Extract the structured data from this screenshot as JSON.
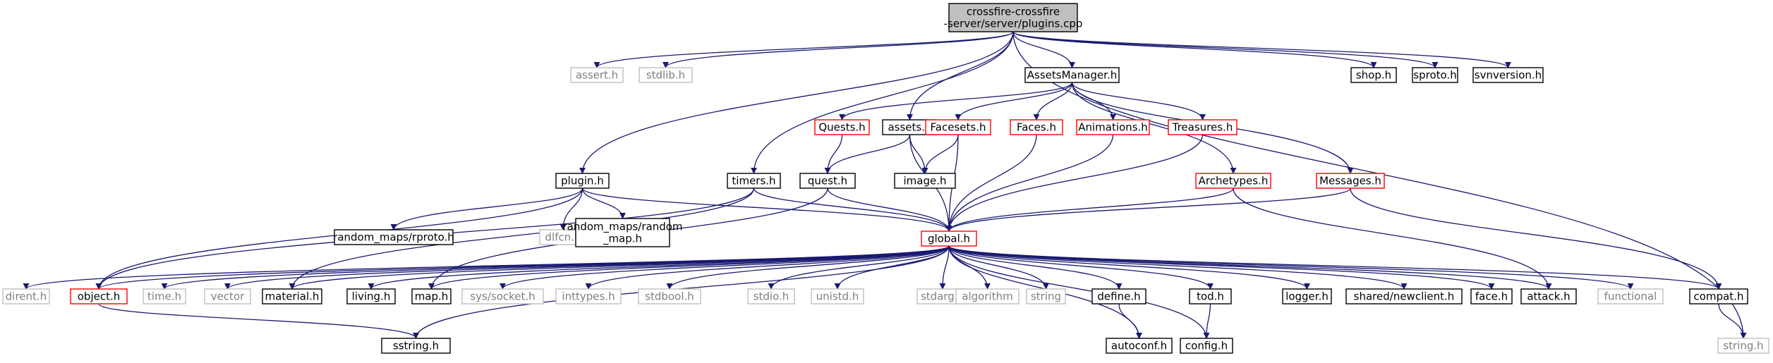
{
  "diagram": {
    "nodes": {
      "root": {
        "lines": [
          "crossfire-crossfire",
          "-server/server/plugins.cpp"
        ],
        "style": "root"
      },
      "assert": {
        "lines": [
          "assert.h"
        ],
        "style": "grey"
      },
      "stdlib": {
        "lines": [
          "stdlib.h"
        ],
        "style": "grey"
      },
      "assetsmgr": {
        "lines": [
          "AssetsManager.h"
        ],
        "style": "black"
      },
      "shop": {
        "lines": [
          "shop.h"
        ],
        "style": "black"
      },
      "sproto": {
        "lines": [
          "sproto.h"
        ],
        "style": "black"
      },
      "svnversion": {
        "lines": [
          "svnversion.h"
        ],
        "style": "black"
      },
      "quests": {
        "lines": [
          "Quests.h"
        ],
        "style": "red"
      },
      "assets": {
        "lines": [
          "assets.h"
        ],
        "style": "black"
      },
      "facesets": {
        "lines": [
          "Facesets.h"
        ],
        "style": "red"
      },
      "faces": {
        "lines": [
          "Faces.h"
        ],
        "style": "red"
      },
      "animations": {
        "lines": [
          "Animations.h"
        ],
        "style": "red"
      },
      "treasures": {
        "lines": [
          "Treasures.h"
        ],
        "style": "red"
      },
      "plugin": {
        "lines": [
          "plugin.h"
        ],
        "style": "black"
      },
      "timers": {
        "lines": [
          "timers.h"
        ],
        "style": "black"
      },
      "quest": {
        "lines": [
          "quest.h"
        ],
        "style": "black"
      },
      "image": {
        "lines": [
          "image.h"
        ],
        "style": "black"
      },
      "archetypes": {
        "lines": [
          "Archetypes.h"
        ],
        "style": "red"
      },
      "messages": {
        "lines": [
          "Messages.h"
        ],
        "style": "red"
      },
      "rproto": {
        "lines": [
          "random_maps/rproto.h"
        ],
        "style": "black"
      },
      "dlfcn": {
        "lines": [
          "dlfcn.h"
        ],
        "style": "grey"
      },
      "randommap": {
        "lines": [
          "random_maps/random",
          "_map.h"
        ],
        "style": "black"
      },
      "global": {
        "lines": [
          "global.h"
        ],
        "style": "red"
      },
      "dirent": {
        "lines": [
          "dirent.h"
        ],
        "style": "grey"
      },
      "object": {
        "lines": [
          "object.h"
        ],
        "style": "red"
      },
      "time": {
        "lines": [
          "time.h"
        ],
        "style": "grey"
      },
      "vector": {
        "lines": [
          "vector"
        ],
        "style": "grey"
      },
      "material": {
        "lines": [
          "material.h"
        ],
        "style": "black"
      },
      "living": {
        "lines": [
          "living.h"
        ],
        "style": "black"
      },
      "map": {
        "lines": [
          "map.h"
        ],
        "style": "black"
      },
      "syssocket": {
        "lines": [
          "sys/socket.h"
        ],
        "style": "grey"
      },
      "inttypes": {
        "lines": [
          "inttypes.h"
        ],
        "style": "grey"
      },
      "stdbool": {
        "lines": [
          "stdbool.h"
        ],
        "style": "grey"
      },
      "stdio": {
        "lines": [
          "stdio.h"
        ],
        "style": "grey"
      },
      "unistd": {
        "lines": [
          "unistd.h"
        ],
        "style": "grey"
      },
      "stdarg": {
        "lines": [
          "stdarg.h"
        ],
        "style": "grey"
      },
      "algorithm": {
        "lines": [
          "algorithm"
        ],
        "style": "grey"
      },
      "string": {
        "lines": [
          "string"
        ],
        "style": "grey"
      },
      "define": {
        "lines": [
          "define.h"
        ],
        "style": "black"
      },
      "tod": {
        "lines": [
          "tod.h"
        ],
        "style": "black"
      },
      "logger": {
        "lines": [
          "logger.h"
        ],
        "style": "black"
      },
      "newclient": {
        "lines": [
          "shared/newclient.h"
        ],
        "style": "black"
      },
      "face": {
        "lines": [
          "face.h"
        ],
        "style": "black"
      },
      "attack": {
        "lines": [
          "attack.h"
        ],
        "style": "black"
      },
      "functional": {
        "lines": [
          "functional"
        ],
        "style": "grey"
      },
      "compat": {
        "lines": [
          "compat.h"
        ],
        "style": "black"
      },
      "stringh": {
        "lines": [
          "string.h"
        ],
        "style": "grey"
      },
      "sstring": {
        "lines": [
          "sstring.h"
        ],
        "style": "black"
      },
      "autoconf": {
        "lines": [
          "autoconf.h"
        ],
        "style": "black"
      },
      "config": {
        "lines": [
          "config.h"
        ],
        "style": "black"
      }
    },
    "edges": [
      [
        "root",
        "assert"
      ],
      [
        "root",
        "stdlib"
      ],
      [
        "root",
        "assetsmgr"
      ],
      [
        "root",
        "shop"
      ],
      [
        "root",
        "sproto"
      ],
      [
        "root",
        "svnversion"
      ],
      [
        "root",
        "assets"
      ],
      [
        "root",
        "timers"
      ],
      [
        "root",
        "plugin"
      ],
      [
        "root",
        "stringh"
      ],
      [
        "assetsmgr",
        "quests"
      ],
      [
        "assetsmgr",
        "facesets"
      ],
      [
        "assetsmgr",
        "faces"
      ],
      [
        "assetsmgr",
        "animations"
      ],
      [
        "assetsmgr",
        "treasures"
      ],
      [
        "assetsmgr",
        "archetypes"
      ],
      [
        "assetsmgr",
        "messages"
      ],
      [
        "quests",
        "quest"
      ],
      [
        "assets",
        "quest"
      ],
      [
        "assets",
        "image"
      ],
      [
        "assets",
        "global"
      ],
      [
        "facesets",
        "image"
      ],
      [
        "facesets",
        "global"
      ],
      [
        "faces",
        "global"
      ],
      [
        "animations",
        "global"
      ],
      [
        "treasures",
        "global"
      ],
      [
        "archetypes",
        "global"
      ],
      [
        "archetypes",
        "attack"
      ],
      [
        "messages",
        "global"
      ],
      [
        "messages",
        "compat"
      ],
      [
        "plugin",
        "rproto"
      ],
      [
        "plugin",
        "dlfcn"
      ],
      [
        "plugin",
        "randommap"
      ],
      [
        "plugin",
        "global"
      ],
      [
        "plugin",
        "object"
      ],
      [
        "timers",
        "global"
      ],
      [
        "timers",
        "object"
      ],
      [
        "timers",
        "material"
      ],
      [
        "quest",
        "global"
      ],
      [
        "quest",
        "map"
      ],
      [
        "global",
        "dirent"
      ],
      [
        "global",
        "object"
      ],
      [
        "global",
        "time"
      ],
      [
        "global",
        "vector"
      ],
      [
        "global",
        "material"
      ],
      [
        "global",
        "living"
      ],
      [
        "global",
        "map"
      ],
      [
        "global",
        "syssocket"
      ],
      [
        "global",
        "inttypes"
      ],
      [
        "global",
        "stdbool"
      ],
      [
        "global",
        "stdio"
      ],
      [
        "global",
        "unistd"
      ],
      [
        "global",
        "stdarg"
      ],
      [
        "global",
        "algorithm"
      ],
      [
        "global",
        "string"
      ],
      [
        "global",
        "define"
      ],
      [
        "global",
        "tod"
      ],
      [
        "global",
        "logger"
      ],
      [
        "global",
        "newclient"
      ],
      [
        "global",
        "face"
      ],
      [
        "global",
        "attack"
      ],
      [
        "global",
        "functional"
      ],
      [
        "global",
        "compat"
      ],
      [
        "global",
        "config"
      ],
      [
        "global",
        "autoconf"
      ],
      [
        "global",
        "sstring"
      ],
      [
        "object",
        "sstring"
      ],
      [
        "define",
        "autoconf"
      ],
      [
        "tod",
        "config"
      ],
      [
        "compat",
        "stringh"
      ]
    ]
  }
}
